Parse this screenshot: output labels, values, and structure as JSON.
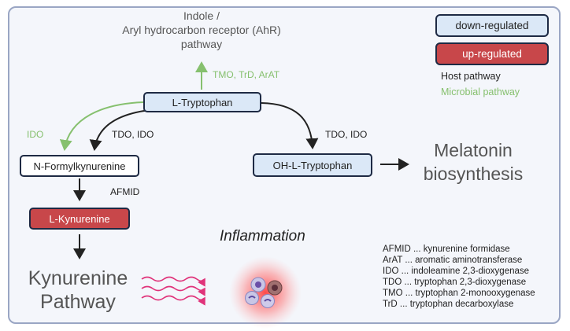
{
  "colors": {
    "panel_border": "#9aa6c4",
    "host": "#222222",
    "microbial": "#86c06e",
    "down_fill": "#dbe8f7",
    "up_fill": "#c8474a",
    "box_border": "#1e2a44",
    "wave": "#e0337a"
  },
  "legend": {
    "down": "down-regulated",
    "up": "up-regulated",
    "host": "Host pathway",
    "microbial": "Microbial pathway"
  },
  "top": {
    "line1": "Indole /",
    "line2": "Aryl hydrocarbon receptor (AhR)",
    "line3": "pathway",
    "enzymes": "TMO, TrD, ArAT"
  },
  "nodes": {
    "tryptophan": "L-Tryptophan",
    "formylkynurenine": "N-Formylkynurenine",
    "kynurenine": "L-Kynurenine",
    "oh_tryptophan": "OH-L-Tryptophan"
  },
  "edge_labels": {
    "ido_green": "IDO",
    "tdo_ido_left": "TDO, IDO",
    "tdo_ido_right": "TDO, IDO",
    "afmid": "AFMID"
  },
  "outcomes": {
    "melatonin_line1": "Melatonin",
    "melatonin_line2": "biosynthesis",
    "kynurenine_line1": "Kynurenine",
    "kynurenine_line2": "Pathway"
  },
  "inflammation": "Inflammation",
  "abbreviations": [
    "AFMID ... kynurenine formidase",
    "ArAT ... aromatic aminotransferase",
    "IDO ... indoleamine 2,3-dioxygenase",
    "TDO ... tryptophan 2,3-dioxygenase",
    "TMO ... tryptophan 2-monooxygenase",
    "TrD ... tryptophan decarboxylase"
  ]
}
